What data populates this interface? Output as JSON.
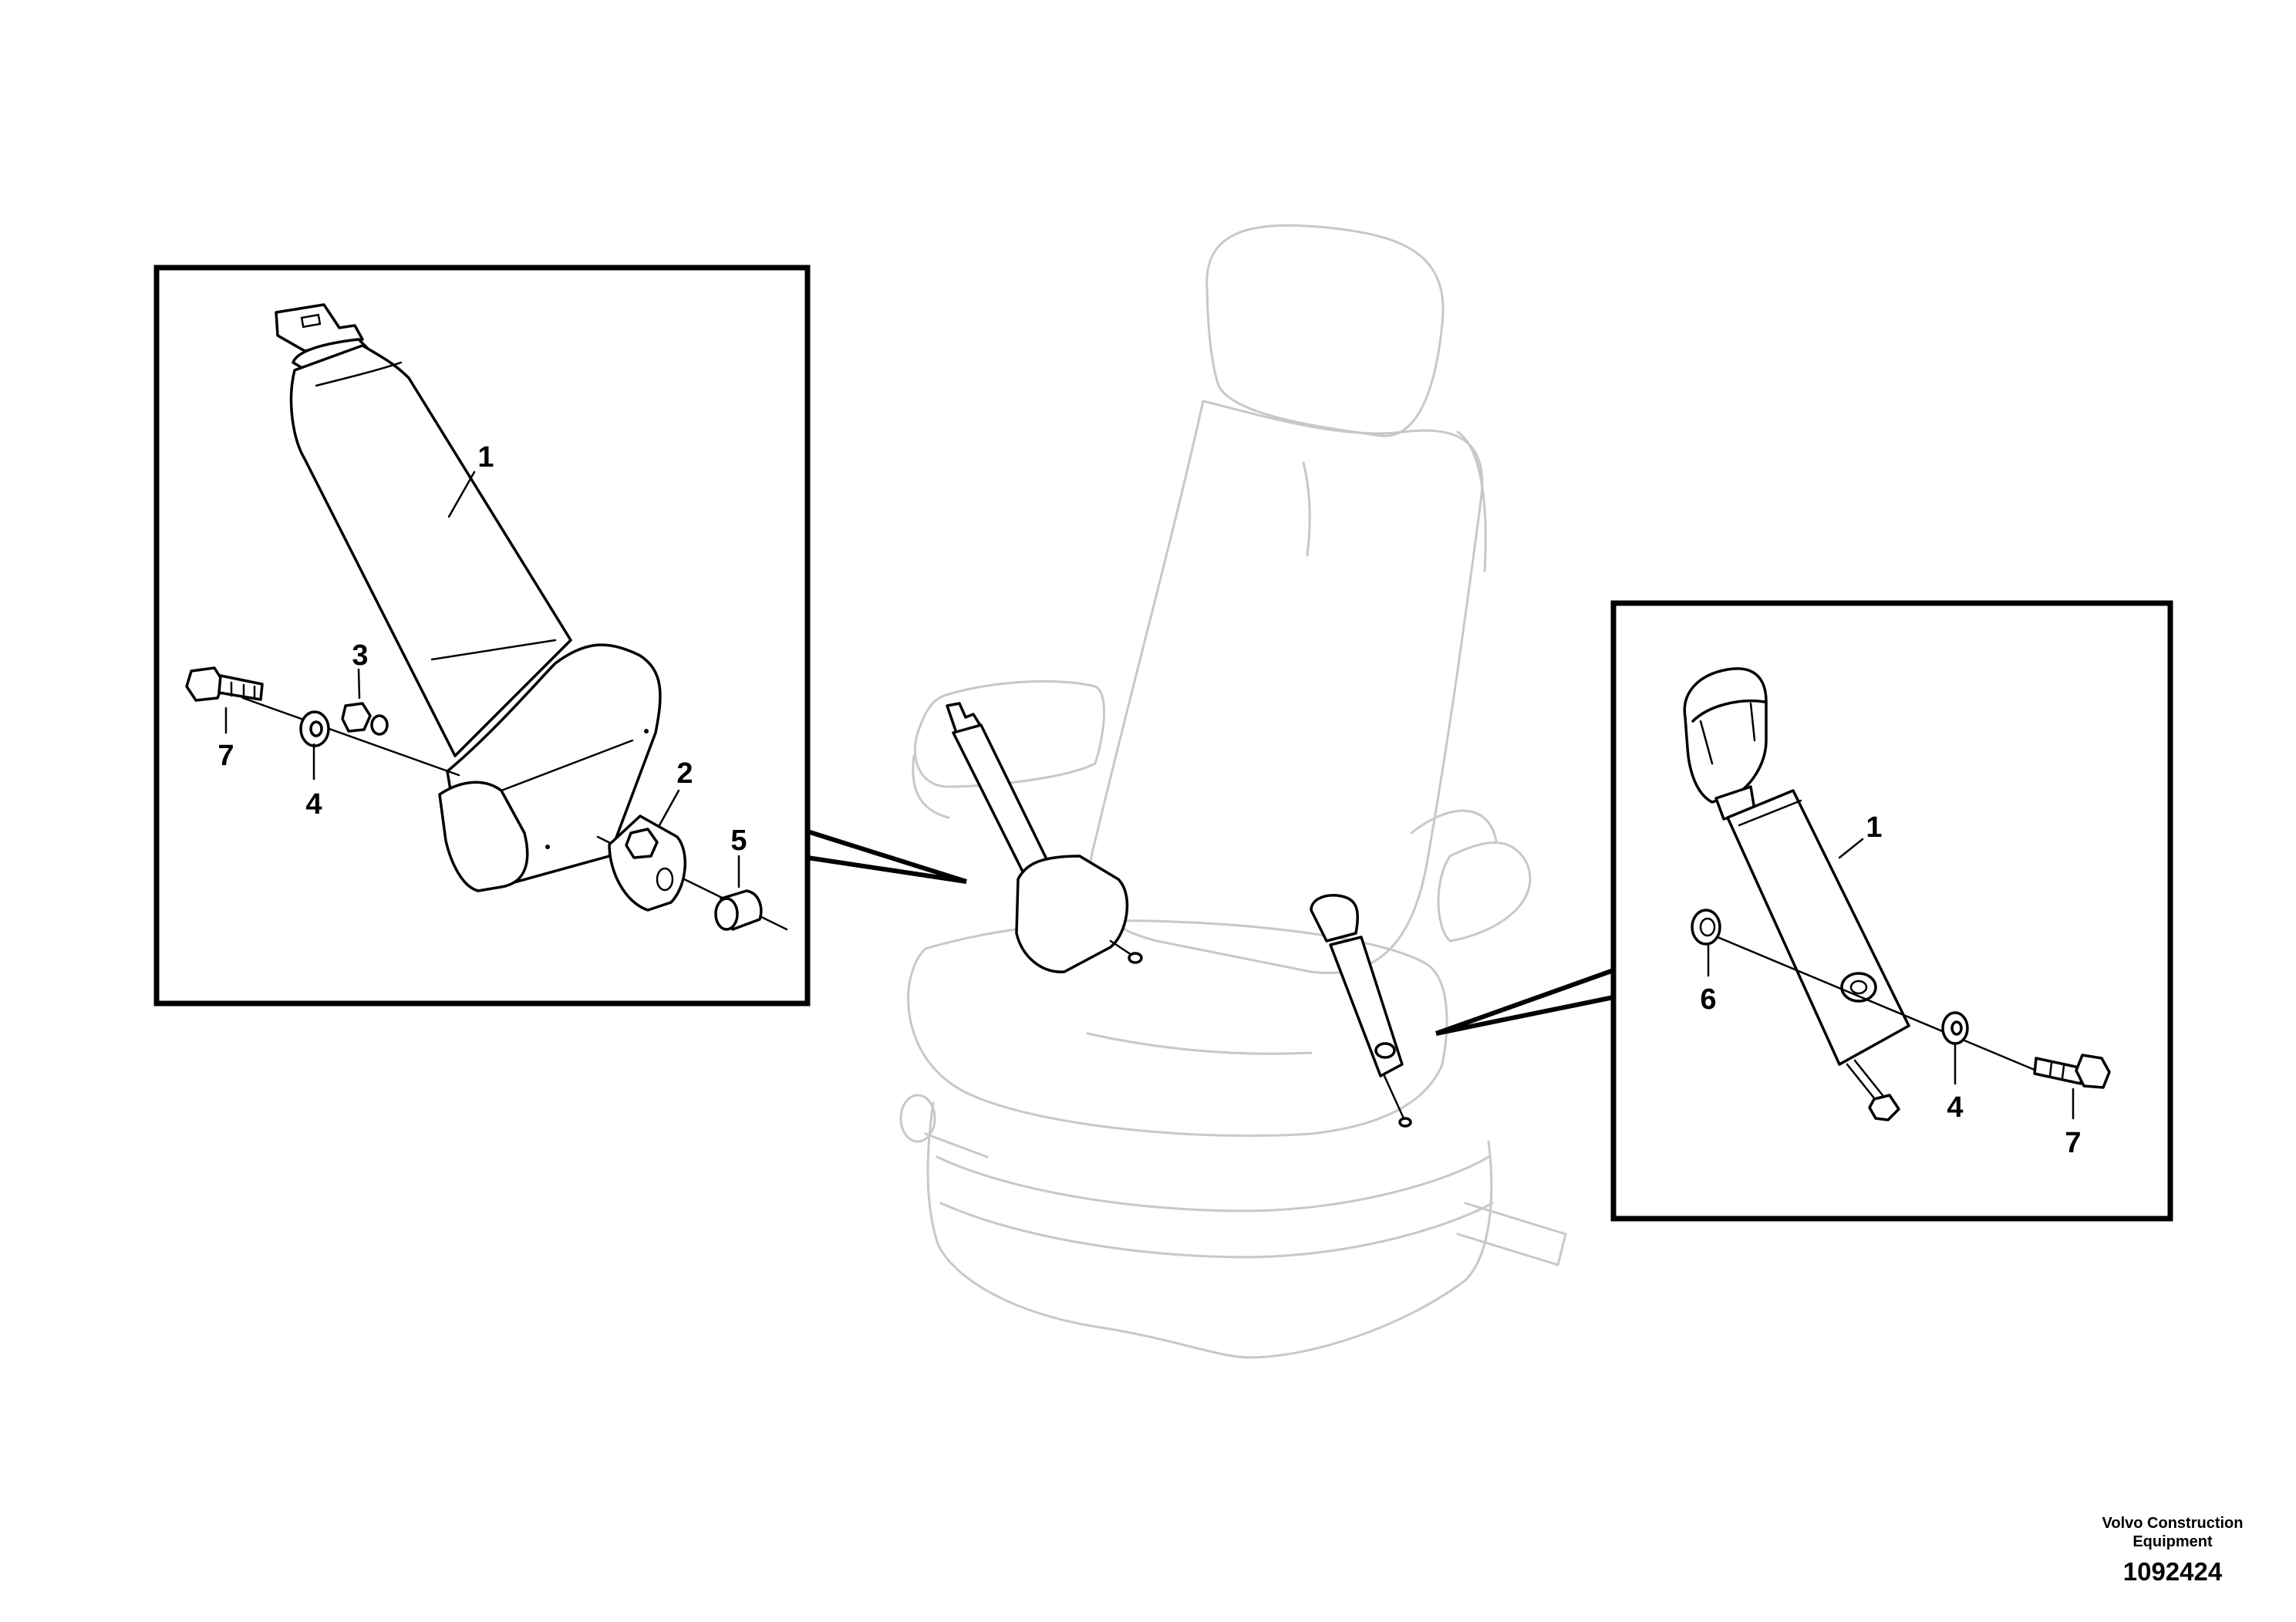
{
  "diagram": {
    "document_id": "1092424",
    "publisher_line_1": "Volvo Construction",
    "publisher_line_2": "Equipment"
  },
  "left_detail": {
    "callouts": [
      "1",
      "3",
      "7",
      "4",
      "2",
      "5"
    ]
  },
  "right_detail": {
    "callouts": [
      "1",
      "6",
      "4",
      "7"
    ]
  }
}
